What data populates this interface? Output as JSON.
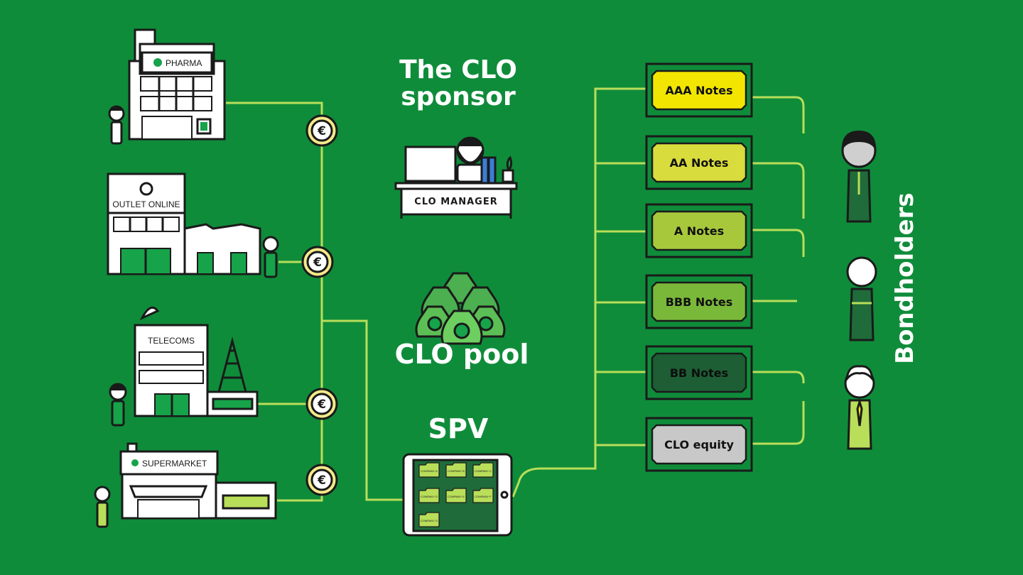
{
  "titles": {
    "sponsor": "The CLO sponsor",
    "pool": "CLO pool",
    "spv": "SPV",
    "bondholders": "Bondholders"
  },
  "buildings": {
    "pharma": "PHARMA",
    "outlet": "OUTLET ONLINE",
    "telecoms": "TELECOMS",
    "supermarket": "SUPERMARKET"
  },
  "manager_desk": "CLO MANAGER",
  "coin_symbol": "€",
  "spv_folders": [
    "COMPANY A",
    "COMPANY B",
    "COMPANY C",
    "COMPANY D",
    "COMPANY E",
    "COMPANY F",
    "COMPANY G"
  ],
  "tranches": [
    {
      "label": "AAA Notes",
      "color": "#f2e600"
    },
    {
      "label": "AA Notes",
      "color": "#d8dc3c"
    },
    {
      "label": "A Notes",
      "color": "#a8c83c"
    },
    {
      "label": "BBB Notes",
      "color": "#7ab83a"
    },
    {
      "label": "BB Notes",
      "color": "#1d5e34"
    },
    {
      "label": "CLO equity",
      "color": "#c8c8c8"
    }
  ],
  "colors": {
    "background": "#0f8c3a",
    "line": "#b9de5a",
    "outline": "#1a1a1a",
    "coin": "#f4ea8a"
  }
}
